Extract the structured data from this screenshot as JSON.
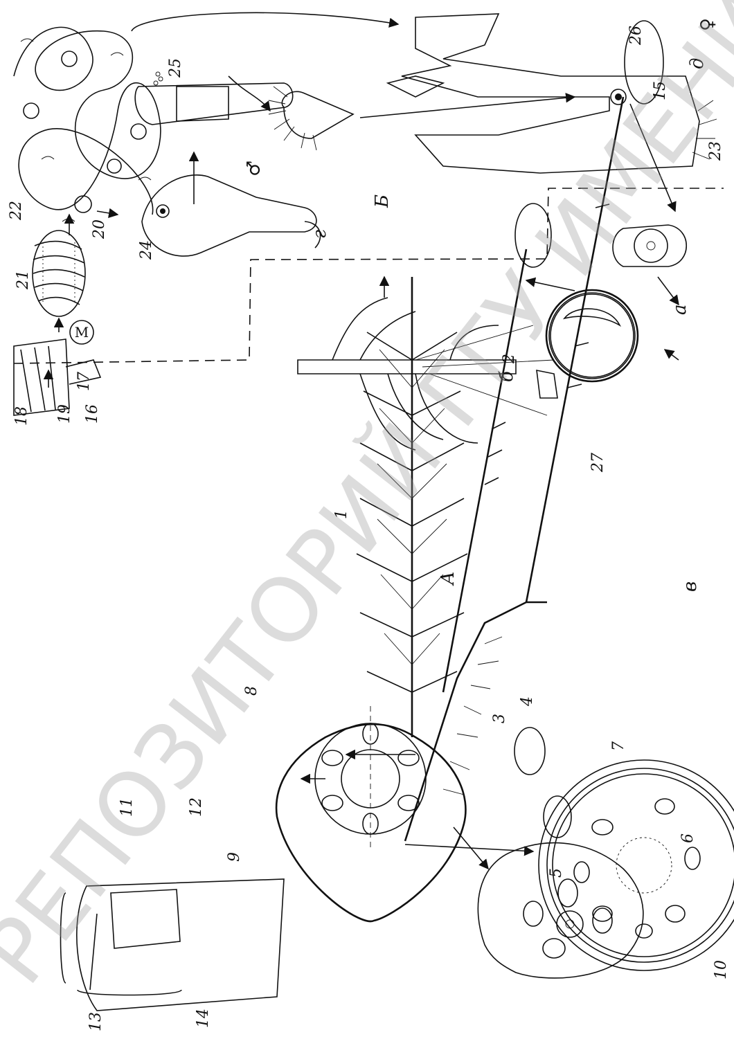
{
  "section_labels": {
    "A": "А",
    "B": "Б",
    "a": "а",
    "b": "б",
    "v": "в",
    "g": "г",
    "d": "д"
  },
  "symbols": {
    "meiosis": "M",
    "male": "♂",
    "female": "♀"
  },
  "watermark": "РЕПОЗИТОРИЙ ГГУ ИМЕНИ Ф.С",
  "numbers": {
    "n1": "1",
    "n2": "2",
    "n3": "3",
    "n4": "4",
    "n5": "5",
    "n6": "6",
    "n7": "7",
    "n8": "8",
    "n9": "9",
    "n10": "10",
    "n11": "11",
    "n12": "12",
    "n13": "13",
    "n14": "14",
    "n15": "15",
    "n16": "16",
    "n17": "17",
    "n18": "18",
    "n19": "19",
    "n20": "20",
    "n21": "21",
    "n22": "22",
    "n23": "23",
    "n24": "24",
    "n25": "25",
    "n26": "26",
    "n27": "27"
  }
}
